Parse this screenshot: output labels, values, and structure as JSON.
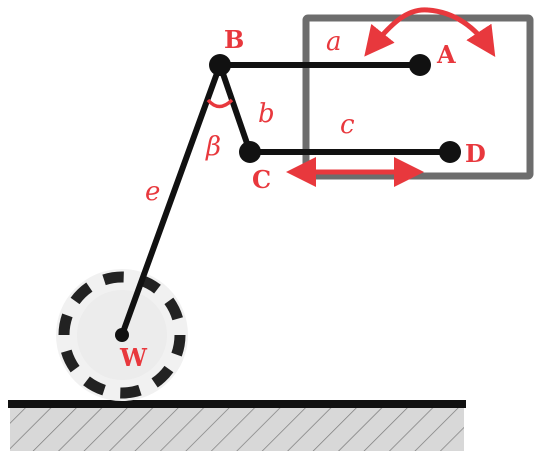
{
  "colors": {
    "link": "#111111",
    "label": "#e8383d",
    "frame": "#6d6d6d",
    "ground_hatch": "#d6d6d6",
    "wheel_fill": "#ececec",
    "wheel_ring": "#dcdcdc"
  },
  "points": {
    "B": "B",
    "A": "A",
    "C": "C",
    "D": "D",
    "W": "W"
  },
  "links": {
    "a": "a",
    "b": "b",
    "c": "c",
    "e": "e"
  },
  "angle": {
    "beta": "β"
  }
}
